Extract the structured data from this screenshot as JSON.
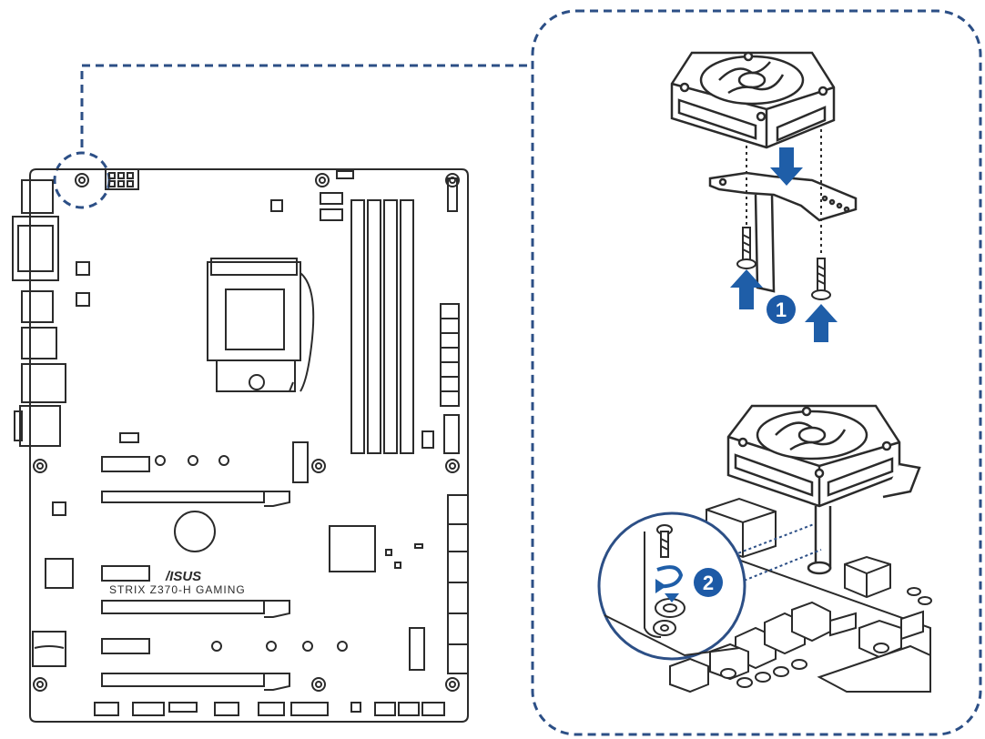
{
  "board": {
    "brand": "/ISUS",
    "model": "STRIX Z370-H GAMING"
  },
  "steps": [
    {
      "number": "1"
    },
    {
      "number": "2"
    }
  ],
  "colors": {
    "line": "#2b2b2b",
    "accent_blue": "#1f5ea8",
    "dash_blue": "#2c4f86",
    "badge_blue": "#1d5aa6"
  }
}
